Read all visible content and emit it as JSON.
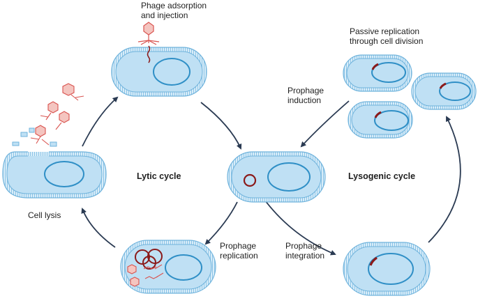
{
  "labels": {
    "phage_adsorption": "Phage adsorption\nand injection",
    "passive_replication": "Passive replication\nthrough cell division",
    "prophage_induction": "Prophage\ninduction",
    "lytic_cycle": "Lytic cycle",
    "lysogenic_cycle": "Lysogenic cycle",
    "cell_lysis": "Cell lysis",
    "prophage_replication": "Prophage\nreplication",
    "prophage_integration": "Prophage\nintegration"
  },
  "colors": {
    "cell_fill": "#bfe0f4",
    "cell_edge": "#6fb3dc",
    "nucleoid": "#2f8fc6",
    "arrow": "#2a3a52",
    "phage": "#d9534f",
    "dna": "#8b1a1a"
  }
}
